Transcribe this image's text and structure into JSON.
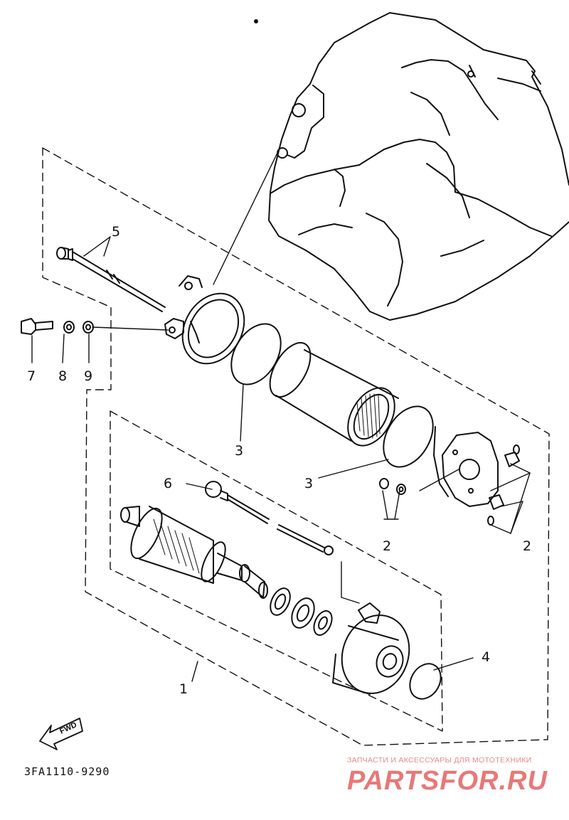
{
  "diagram": {
    "labels": [
      "1",
      "2",
      "2",
      "3",
      "3",
      "4",
      "5",
      "6",
      "7",
      "8",
      "9"
    ],
    "fwd_label": "FWD",
    "drawing_code": "3FA1110-9290"
  },
  "watermark": {
    "line1": "ЗАПЧАСТИ И АКСЕССУАРЫ ДЛЯ МОТОТЕХНИКИ",
    "line2": "PARTSFOR.RU",
    "color": "#e87878"
  }
}
